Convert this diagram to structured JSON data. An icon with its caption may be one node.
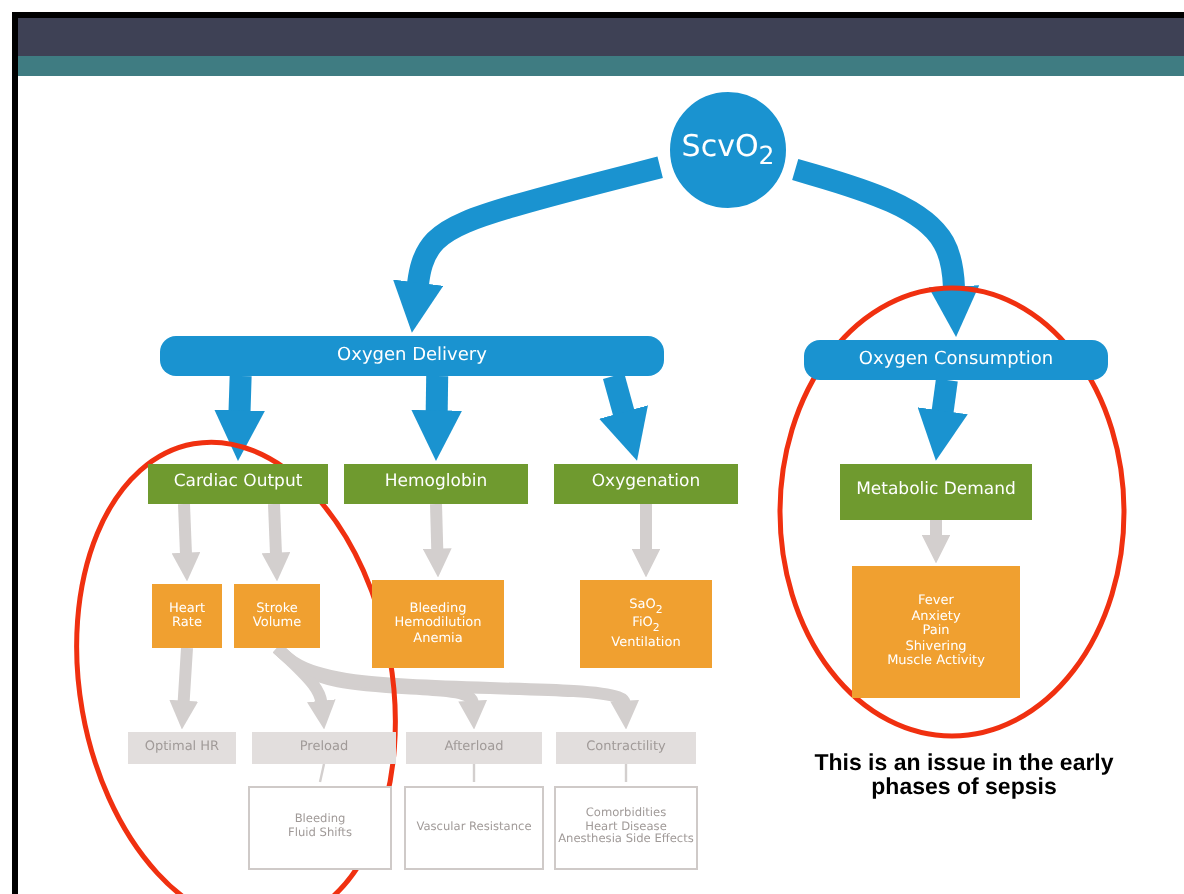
{
  "diagram": {
    "nodes": [
      {
        "text": [
          "ScvO$_{2}$"
        ]
      },
      {
        "text": [
          "Oxygen Delivery"
        ]
      },
      {
        "text": [
          "Oxygen Consumption"
        ]
      },
      {
        "text": [
          "Cardiac Output"
        ]
      },
      {
        "text": [
          "Hemoglobin"
        ]
      },
      {
        "text": [
          "Oxygenation"
        ]
      },
      {
        "text": [
          "Metabolic Demand"
        ]
      },
      {
        "text": [
          "Heart Rate"
        ]
      },
      {
        "text": [
          "Stroke Volume"
        ]
      },
      {
        "text": [
          "Bleeding",
          "Hemodilution",
          "Anemia"
        ]
      },
      {
        "text": [
          "SaO$_{2}$",
          "FiO$_{2}$",
          "Ventilation"
        ]
      },
      {
        "text": [
          "Fever",
          "Anxiety",
          "Pain",
          "Shivering",
          "Muscle Activity"
        ]
      },
      {
        "text": [
          "Optimal HR"
        ]
      },
      {
        "text": [
          "Preload"
        ]
      },
      {
        "text": [
          "Afterload"
        ]
      },
      {
        "text": [
          "Contractility"
        ]
      },
      {
        "text": [
          "Bleeding",
          "Fluid Shifts"
        ]
      },
      {
        "text": [
          "Vascular Resistance"
        ]
      },
      {
        "text": [
          "Comorbidities",
          "Heart Disease",
          "Anesthesia Side Effects"
        ]
      }
    ],
    "edges": [
      {
        "from": 0,
        "to": 1,
        "arrow": "to",
        "style": "thick",
        "color": "#1a93d0"
      },
      {
        "from": 0,
        "to": 2,
        "arrow": "to",
        "style": "thick",
        "color": "#1a93d0"
      },
      {
        "from": 1,
        "to": 3,
        "arrow": "to",
        "style": "thick",
        "color": "#1a93d0"
      },
      {
        "from": 1,
        "to": 4,
        "arrow": "to",
        "style": "thick",
        "color": "#1a93d0"
      },
      {
        "from": 1,
        "to": 5,
        "arrow": "to",
        "style": "thick",
        "color": "#1a93d0"
      },
      {
        "from": 2,
        "to": 6,
        "arrow": "to",
        "style": "thick",
        "color": "#1a93d0"
      },
      {
        "from": 3,
        "to": 7,
        "arrow": "to"
      },
      {
        "from": 3,
        "to": 8,
        "arrow": "to"
      },
      {
        "from": 4,
        "to": 9,
        "arrow": "to"
      },
      {
        "from": 5,
        "to": 10,
        "arrow": "to"
      },
      {
        "from": 6,
        "to": 11,
        "arrow": "to"
      },
      {
        "from": 7,
        "to": 12,
        "arrow": "to"
      },
      {
        "from": 8,
        "to": 13,
        "arrow": "to"
      },
      {
        "from": 8,
        "to": 14,
        "arrow": "to"
      },
      {
        "from": 8,
        "to": 15,
        "arrow": "to"
      },
      {
        "from": 13,
        "to": 16,
        "arrow": "none"
      },
      {
        "from": 14,
        "to": 17,
        "arrow": "none"
      },
      {
        "from": 15,
        "to": 18,
        "arrow": "none"
      }
    ],
    "labels": [
      "This is an issue in the early phases of sepsis"
    ]
  }
}
